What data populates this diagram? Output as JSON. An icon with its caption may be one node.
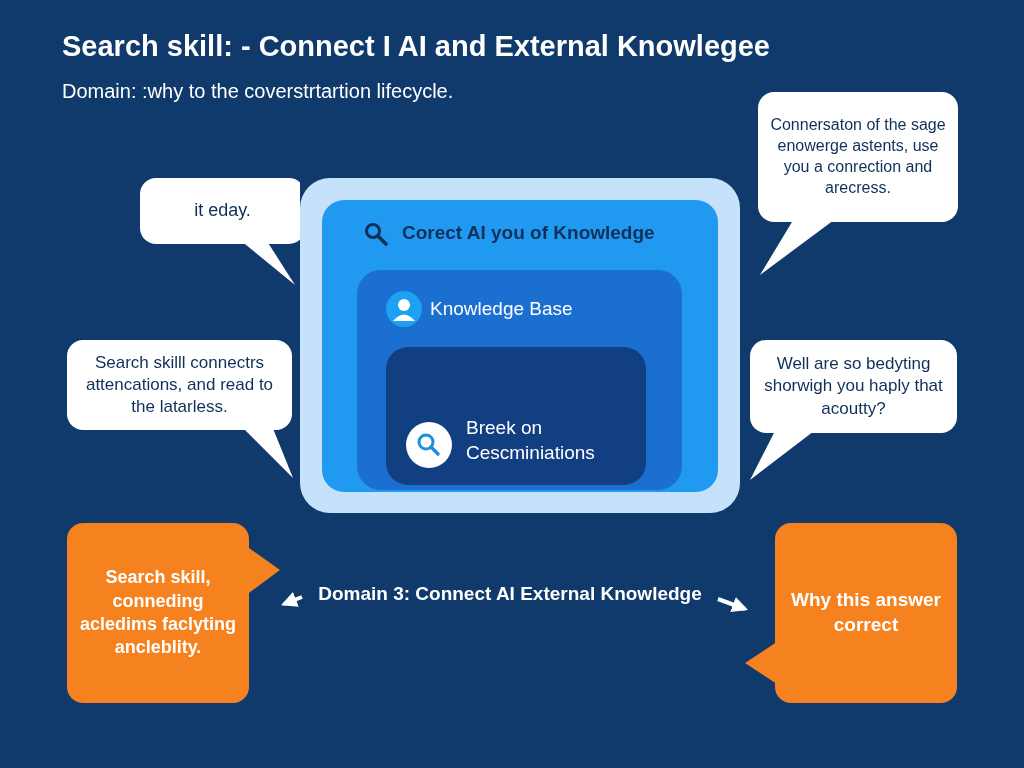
{
  "diagram": {
    "title": "Search skill: - Connect I AI and External Knowlegee",
    "nodes": [
      {
        "text": [
          "Corect AI you of Knowledge"
        ]
      },
      {
        "text": [
          "Knowledge Base"
        ],
        "in": 0
      },
      {
        "text": [
          "Breek on Cescminiations"
        ],
        "in": 1
      },
      {
        "text": [
          "it eday."
        ]
      },
      {
        "text": [
          "Connersaton of the sage enowerge astents, use you a conrection and arecress."
        ]
      },
      {
        "text": [
          "Search skilll connectrs attencations, and read to the latarless."
        ]
      },
      {
        "text": [
          "Well are so bedyting shorwigh you haply that acoutty?"
        ]
      },
      {
        "text": [
          "Search skill, conneding acledims faclyting ancleblity."
        ]
      },
      {
        "text": [
          "Why this answer correct"
        ]
      },
      {
        "text": [
          "Domain 3: Connect AI External Knowledge"
        ]
      }
    ],
    "edges": [
      {
        "from": 9,
        "to": 7,
        "arrow": "to"
      },
      {
        "from": 9,
        "to": 8,
        "arrow": "to"
      }
    ],
    "labels": [
      "Domain: :why to the coverstrtartion lifecycle."
    ]
  }
}
